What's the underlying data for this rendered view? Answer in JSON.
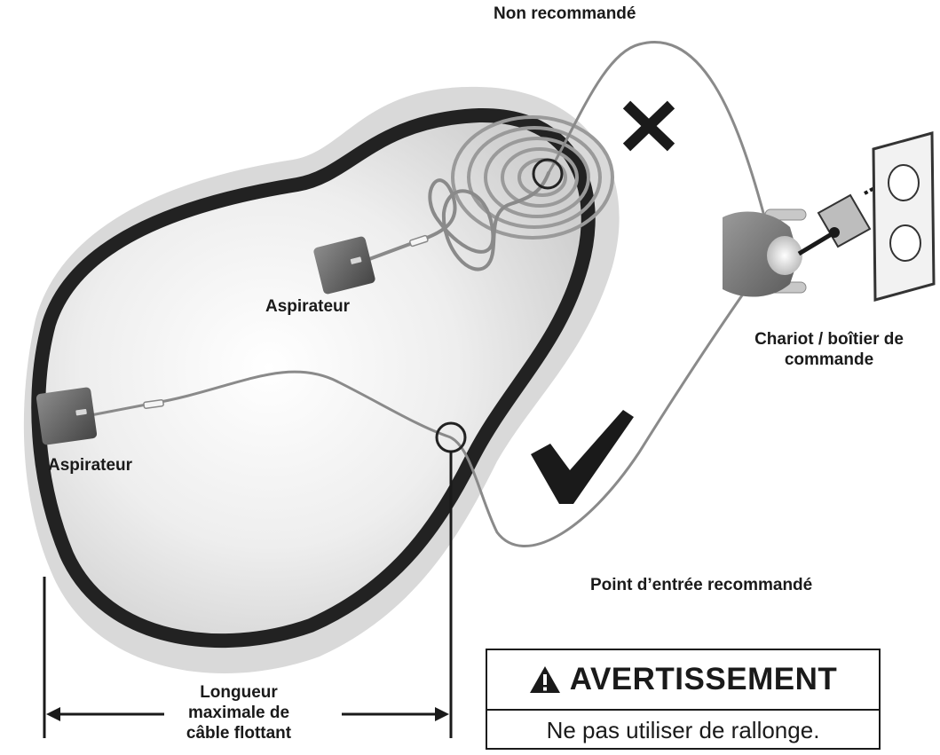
{
  "labels": {
    "not_recommended": "Non recommandé",
    "vacuum_upper": "Aspirateur",
    "vacuum_lower": "Aspirateur",
    "cart_line1": "Chariot / boîtier de",
    "cart_line2": "commande",
    "entry_point": "Point d’entrée recommandé",
    "max_length_line1": "Longueur",
    "max_length_line2": "maximale de",
    "max_length_line3": "câble flottant"
  },
  "warning": {
    "title": "AVERTISSEMENT",
    "message": "Ne pas utiliser de rallonge."
  },
  "icons": {
    "wrong_mark": "cross-icon",
    "right_mark": "checkmark-icon",
    "warning": "warning-triangle-icon"
  },
  "colors": {
    "ink": "#1a1a1a",
    "pool_edge": "#222222",
    "pool_fill": "#dedede",
    "cable": "#8a8a8a"
  }
}
